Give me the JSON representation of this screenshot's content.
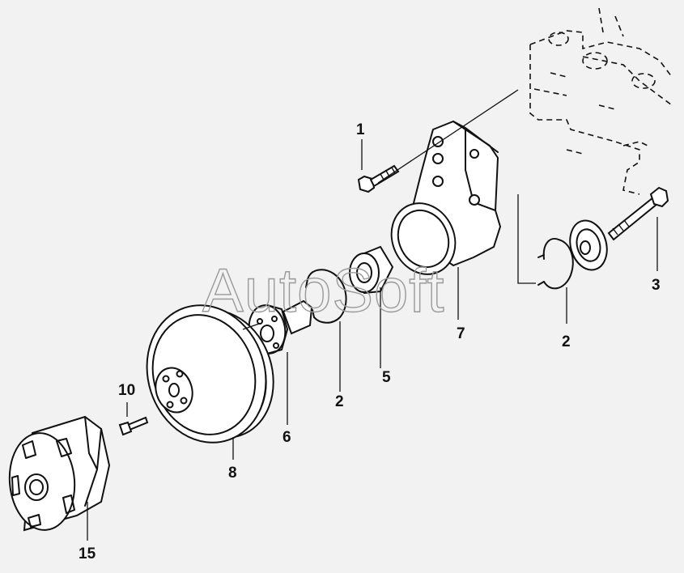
{
  "watermark": "AutoSoft",
  "callouts": [
    {
      "id": "1",
      "text": "1"
    },
    {
      "id": "2a",
      "text": "2"
    },
    {
      "id": "2b",
      "text": "2"
    },
    {
      "id": "3",
      "text": "3"
    },
    {
      "id": "5",
      "text": "5"
    },
    {
      "id": "6",
      "text": "6"
    },
    {
      "id": "7",
      "text": "7"
    },
    {
      "id": "8",
      "text": "8"
    },
    {
      "id": "10",
      "text": "10"
    },
    {
      "id": "15",
      "text": "15"
    }
  ],
  "colors": {
    "background": "#f2f2f2",
    "line": "#111111",
    "watermark": "#9a9a9a"
  }
}
